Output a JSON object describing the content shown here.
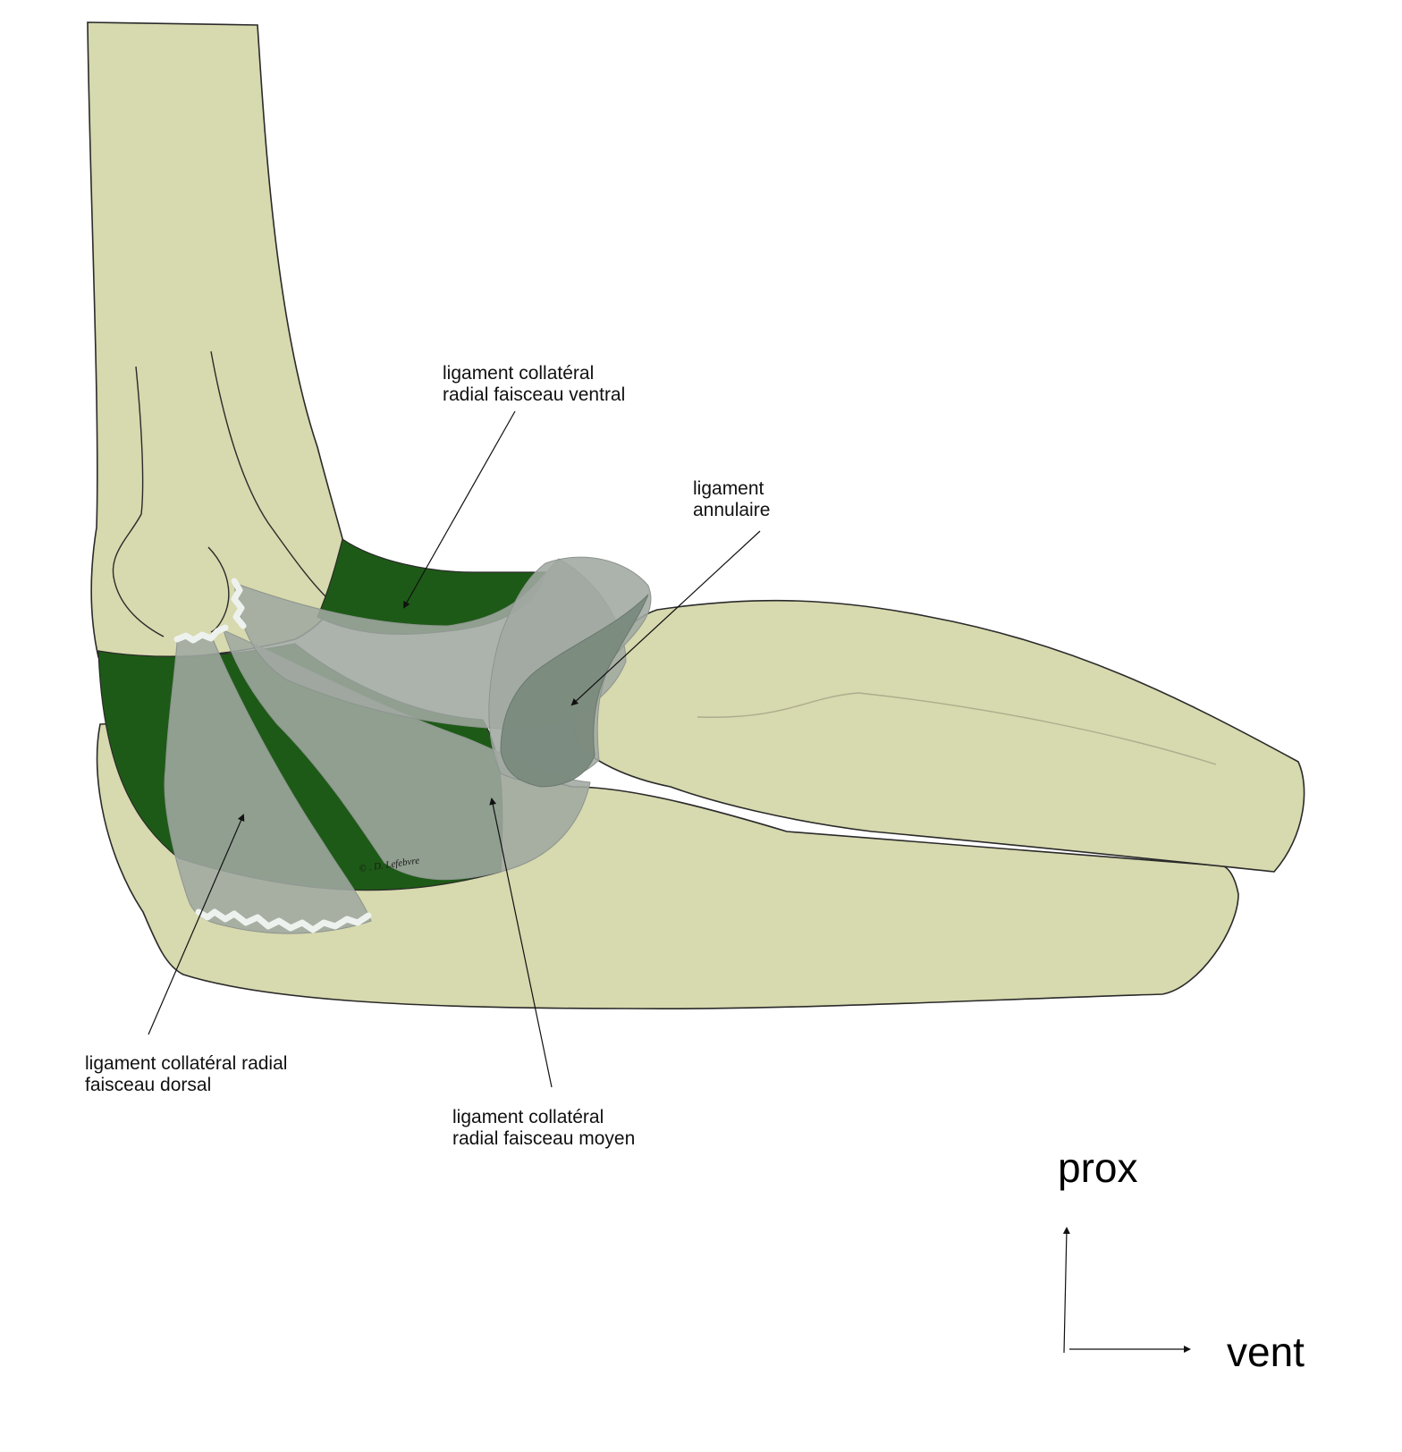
{
  "colors": {
    "bone": "#d7d9ae",
    "cartilage": "#1e5a17",
    "ligament": "#a0a8a2",
    "ligament_dark": "#7a8a7d",
    "outline": "#2a2a2a",
    "label_text": "#111111"
  },
  "labels": {
    "ventral_line1": "ligament collatéral",
    "ventral_line2": "radial  faisceau ventral",
    "annular_line1": "ligament",
    "annular_line2": "annulaire",
    "dorsal_line1": "ligament collatéral radial",
    "dorsal_line2": "faisceau  dorsal",
    "middle_line1": "ligament collatéral",
    "middle_line2": "radial  faisceau moyen"
  },
  "orientation": {
    "proximal": "prox",
    "ventral": "vent"
  },
  "signature": "© . D. Lefebvre"
}
